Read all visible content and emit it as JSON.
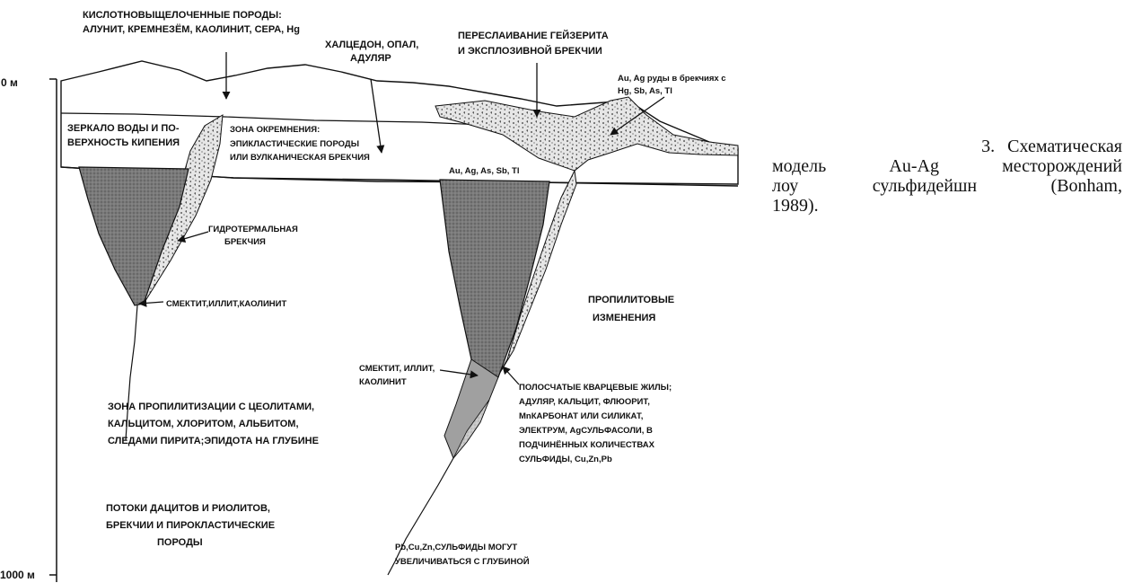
{
  "depth_labels": {
    "top": "0 м",
    "bottom": "1000 м"
  },
  "labels": {
    "acid_leached": [
      "КИСЛОТНОВЫЩЕЛОЧЕННЫЕ ПОРОДЫ:",
      "АЛУНИТ, КРЕМНЕЗЁМ, КАОЛИНИТ, СЕРА, Hg"
    ],
    "chalcedony": [
      "ХАЛЦЕДОН, ОПАЛ,",
      "АДУЛЯР"
    ],
    "geyserite": [
      "ПЕРЕСЛАИВАНИЕ ГЕЙЗЕРИТА",
      "И ЭКСПЛОЗИВНОЙ БРЕКЧИИ"
    ],
    "au_ag_ores": [
      "Au, Ag руды в  брекчиях с",
      "Hg, Sb, As, Tl"
    ],
    "water_table": [
      "ЗЕРКАЛО ВОДЫ И ПО-",
      "ВЕРХНОСТЬ КИПЕНИЯ"
    ],
    "silicification": [
      "ЗОНА ОКРЕМНЕНИЯ:",
      "ЭПИКЛАСТИЧЕСКИЕ ПОРОДЫ",
      "ИЛИ ВУЛКАНИЧЕСКАЯ БРЕКЧИЯ"
    ],
    "au_ag_as": "Au, Ag, As, Sb, Tl",
    "hydrothermal_breccia": [
      "ГИДРОТЕРМАЛЬНАЯ",
      "БРЕКЧИЯ"
    ],
    "smectite_left": "СМЕКТИТ,ИЛЛИТ,КАОЛИНИТ",
    "propylitic": [
      "ПРОПИЛИТОВЫЕ",
      "ИЗМЕНЕНИЯ"
    ],
    "smectite_right": [
      "СМЕКТИТ, ИЛЛИТ,",
      "КАОЛИНИТ"
    ],
    "quartz_veins": [
      "ПОЛОСЧАТЫЕ КВАРЦЕВЫЕ ЖИЛЫ;",
      "АДУЛЯР, КАЛЬЦИТ, ФЛЮОРИТ,",
      "MnКАРБОНАТ ИЛИ СИЛИКАТ,",
      "ЭЛЕКТРУМ, AgСУЛЬФАСОЛИ, В",
      "ПОДЧИНЁННЫХ КОЛИЧЕСТВАХ",
      "СУЛЬФИДЫ, Cu,Zn,Pb"
    ],
    "propylitization": [
      "ЗОНА ПРОПИЛИТИЗАЦИИ С ЦЕОЛИТАМИ,",
      "КАЛЬЦИТОМ,  ХЛОРИТОМ,  АЛЬБИТОМ,",
      "СЛЕДАМИ ПИРИТА;ЭПИДОТА НА ГЛУБИНЕ"
    ],
    "dacite_flows": [
      "ПОТОКИ ДАЦИТОВ И РИОЛИТОВ,",
      "БРЕКЧИИ И ПИРОКЛАСТИЧЕСКИЕ",
      "ПОРОДЫ"
    ],
    "sulfides_depth": [
      "Pb,Cu,Zn,СУЛЬФИДЫ МОГУТ",
      "УВЕЛИЧИВАТЬСЯ С ГЛУБИНОЙ"
    ]
  },
  "caption": {
    "line1": [
      "3.",
      "Схематическая"
    ],
    "line2": [
      "модель",
      "Au-Ag",
      "месторождений"
    ],
    "line3": [
      "лоу",
      "сульфидейшн",
      "(Bonham,"
    ],
    "line4": "1989)."
  }
}
